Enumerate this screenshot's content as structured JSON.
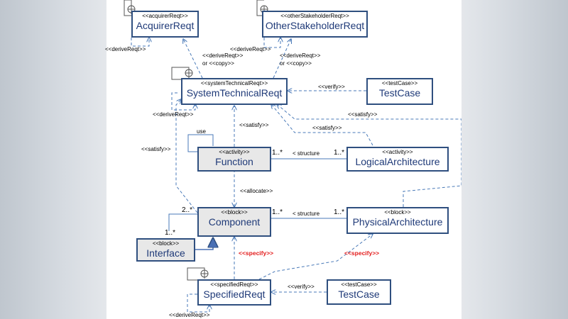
{
  "boxes": {
    "acquirer": {
      "stereotype": "<<acquirerReqt>>",
      "name": "AcquirerReqt"
    },
    "other": {
      "stereotype": "<<otherStakeholderReqt>>",
      "name": "OtherStakeholderReqt"
    },
    "system": {
      "stereotype": "<<systemTechnicalReqt>>",
      "name": "SystemTechnicalReqt"
    },
    "testcase1": {
      "stereotype": "<<testCase>>",
      "name": "TestCase"
    },
    "function": {
      "stereotype": "<<activity>>",
      "name": "Function"
    },
    "logical": {
      "stereotype": "<<activity>>",
      "name": "LogicalArchitecture"
    },
    "component": {
      "stereotype": "<<block>>",
      "name": "Component"
    },
    "physical": {
      "stereotype": "<<block>>",
      "name": "PhysicalArchitecture"
    },
    "interface": {
      "stereotype": "<<block>>",
      "name": "Interface"
    },
    "specified": {
      "stereotype": "<<specifiedReqt>>",
      "name": "SpecifiedReqt"
    },
    "testcase2": {
      "stereotype": "<<testCase>>",
      "name": "TestCase"
    }
  },
  "labels": {
    "derive_acquirer_self": "<<deriveReqt>>",
    "derive_other_self": "<<deriveReqt>>",
    "derive_sys_acq_1": "<<deriveReqt>>",
    "derive_sys_acq_2": "or <<copy>>",
    "derive_sys_oth_1": "<<deriveReqt>>",
    "derive_sys_oth_2": "or <<copy>>",
    "verify_top": "<<verify>>",
    "derive_system_self": "<<deriveReqt>>",
    "satisfy_right": "<<satisfy>>",
    "satisfy_logical": "<<satisfy>>",
    "satisfy_function": "<<satisfy>>",
    "satisfy_left": "<<satisfy>>",
    "use": "use",
    "mult_func": "1..*",
    "structure_1": "< structure",
    "mult_logical": "1..*",
    "allocate": "<<allocate>>",
    "mult_comp_self": "2..*",
    "mult_comp": "1..*",
    "structure_2": "< structure",
    "mult_physical": "1..*",
    "mult_interface": "1..*",
    "specify_1": "<<specify>>",
    "specify_2": "<<specify>>",
    "verify_bottom": "<<verify>>",
    "derive_specified_self": "<<deriveReqt>>"
  }
}
